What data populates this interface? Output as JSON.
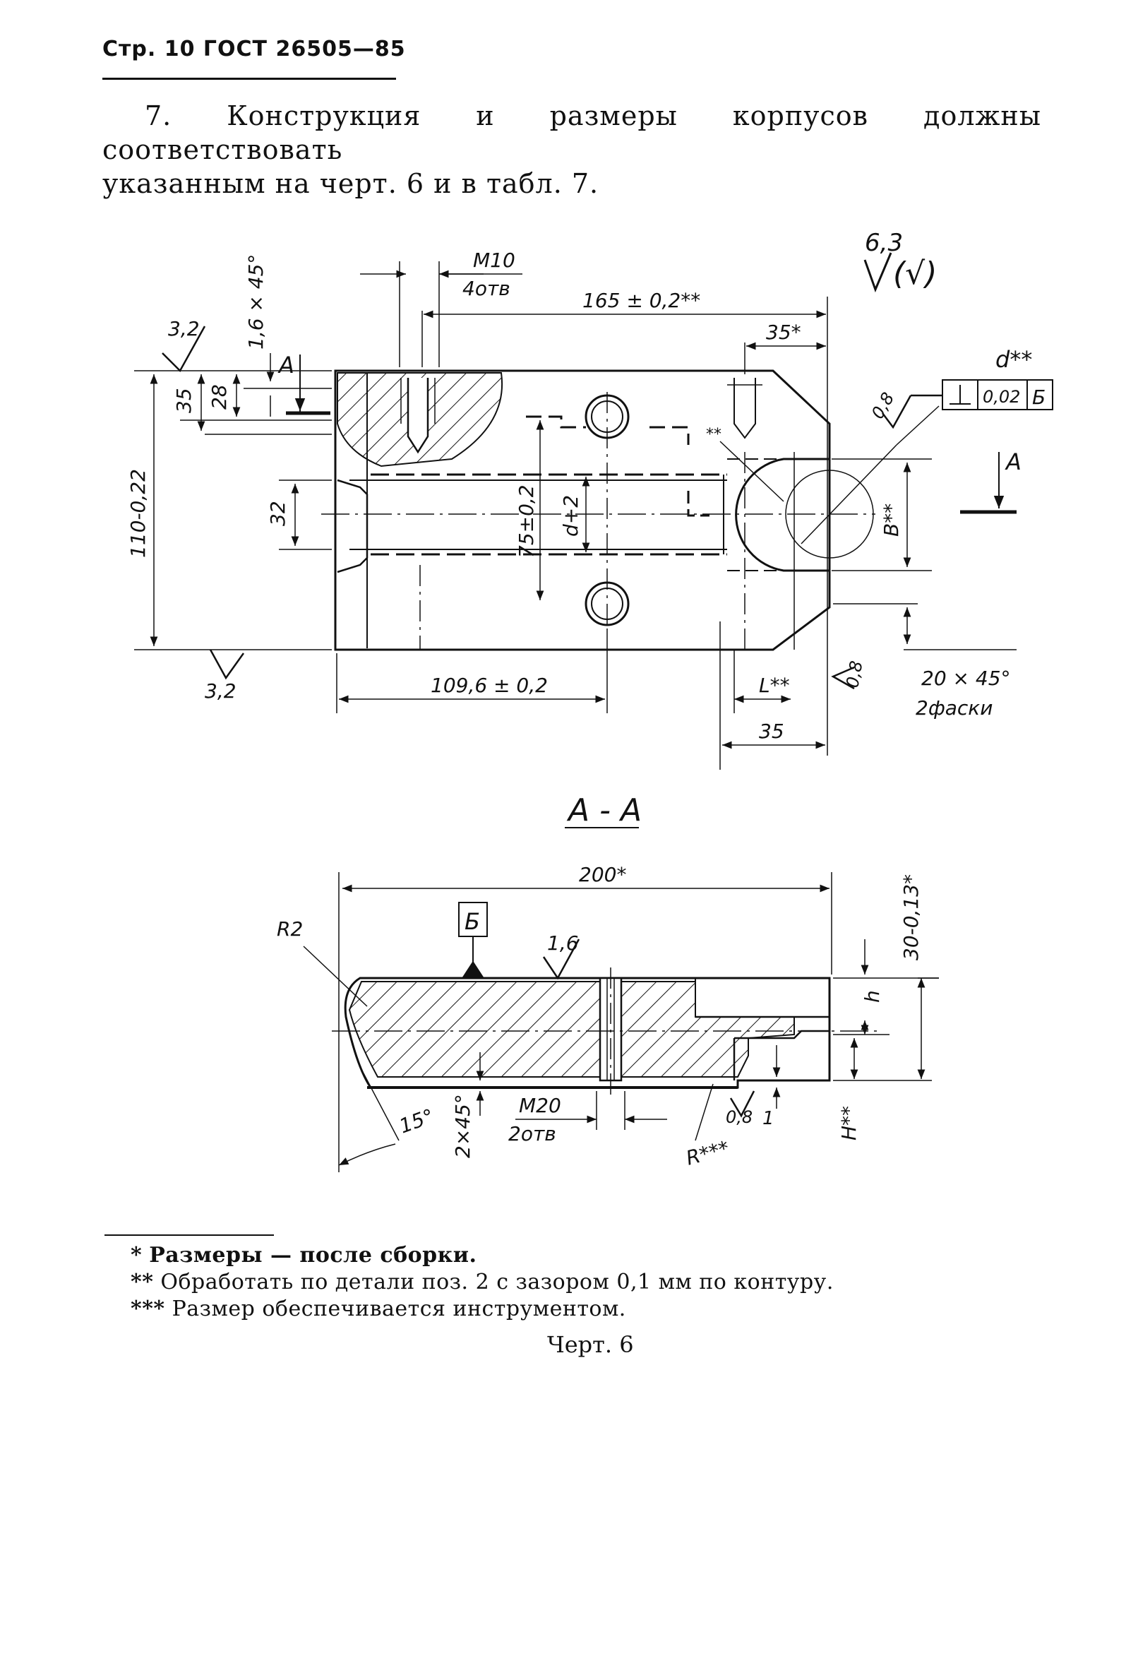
{
  "header": {
    "page_ref": "Стр. 10 ГОСТ 26505—85"
  },
  "paragraph": {
    "line1": "7. Конструкция и размеры корпусов должны соответствовать",
    "line2": "указанным на черт. 6 и в табл. 7."
  },
  "drawing": {
    "roughness_general": "6,3",
    "roughness_general_paren": "(√)",
    "labels": {
      "m10": "М10",
      "m10_holes": "4отв",
      "dim_165": "165 ± 0,2**",
      "dim_35_star": "35*",
      "roughness_32_top": "3,2",
      "chamfer_16": "1,6 × 45°",
      "section_mark": "А",
      "dim_35": "35",
      "dim_28": "28",
      "dim_32": "32",
      "dim_110": "110-0,22",
      "dim_75": "75±0,2",
      "dim_d2": "d+2",
      "double_star": "**",
      "d_double_star": "d**",
      "tol_value": "0,02",
      "datum_b": "Б",
      "roughness_08": "0,8",
      "dim_b": "В**",
      "roughness_32_bottom": "3,2",
      "dim_1096": "109,6 ± 0,2",
      "dim_l": "L**",
      "chamfer_20": "20 × 45°",
      "chamfer_count": "2фаски",
      "dim_35_bottom": "35",
      "section_title": "А - А",
      "dim_200": "200*",
      "radius_r2": "R2",
      "roughness_16": "1,6",
      "dim_30": "30-0,13*",
      "dim_h": "h",
      "angle_15": "15°",
      "chamfer_2": "2×45°",
      "m20": "М20",
      "m20_holes": "2отв",
      "radius_r": "R***",
      "dim_h_upper": "Н**",
      "dim_1": "1"
    }
  },
  "footnotes": [
    {
      "mark": "*",
      "text": "Размеры — после сборки."
    },
    {
      "mark": "**",
      "text": "Обработать по детали поз. 2 с зазором 0,1 мм по контуру."
    },
    {
      "mark": "***",
      "text": "Размер обеспечивается инструментом."
    }
  ],
  "caption": "Черт. 6"
}
